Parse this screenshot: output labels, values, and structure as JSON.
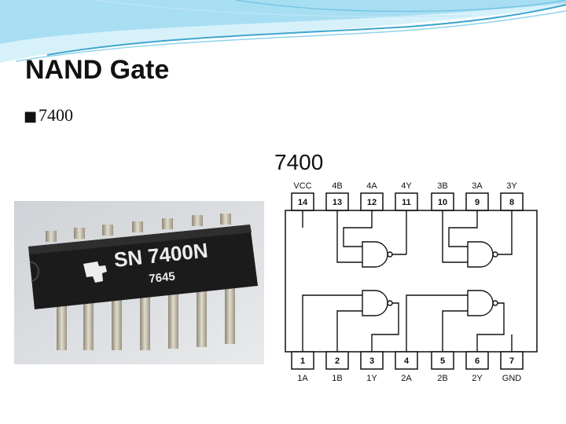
{
  "slide": {
    "title": "NAND Gate",
    "bullet_marker": "■",
    "bullet_text": "7400"
  },
  "chip_photo": {
    "brand_text": "SN 7400N",
    "date_code": "7645"
  },
  "pinout": {
    "heading": "7400",
    "top_labels": [
      "VCC",
      "4B",
      "4A",
      "4Y",
      "3B",
      "3A",
      "3Y"
    ],
    "top_pins": [
      "14",
      "13",
      "12",
      "11",
      "10",
      "9",
      "8"
    ],
    "bottom_pins": [
      "1",
      "2",
      "3",
      "4",
      "5",
      "6",
      "7"
    ],
    "bottom_labels": [
      "1A",
      "1B",
      "1Y",
      "2A",
      "2B",
      "2Y",
      "GND"
    ]
  },
  "colors": {
    "swoosh_light": "#d7f1fb",
    "swoosh_mid": "#8fd3ec",
    "swoosh_dark": "#3fa6cf",
    "chip_body": "#1b1b1b",
    "chip_marking": "#ececec"
  }
}
